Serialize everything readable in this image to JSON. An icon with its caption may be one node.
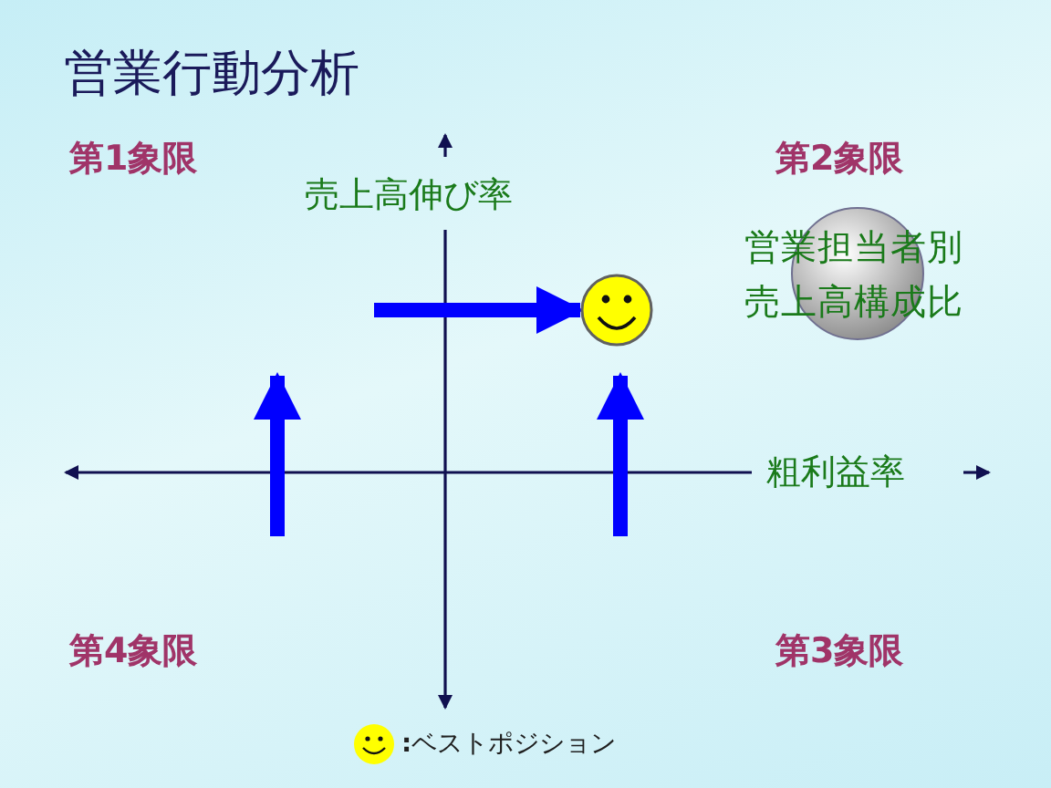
{
  "diagram": {
    "title": "営業行動分析",
    "nodes": [
      {
        "text": [
          "営業担当者別売上高構成比"
        ]
      },
      {
        "text": [],
        "shape": "circle"
      }
    ],
    "edges": [
      {
        "from": null,
        "to": 1,
        "arrow": "to"
      }
    ],
    "labels": [
      "第1象限",
      "売上高伸び率",
      "第2象限",
      "粗利益率",
      "第4象限",
      "第3象限"
    ],
    "legend": [
      {
        "text": "**:**ベストポジション"
      }
    ]
  }
}
